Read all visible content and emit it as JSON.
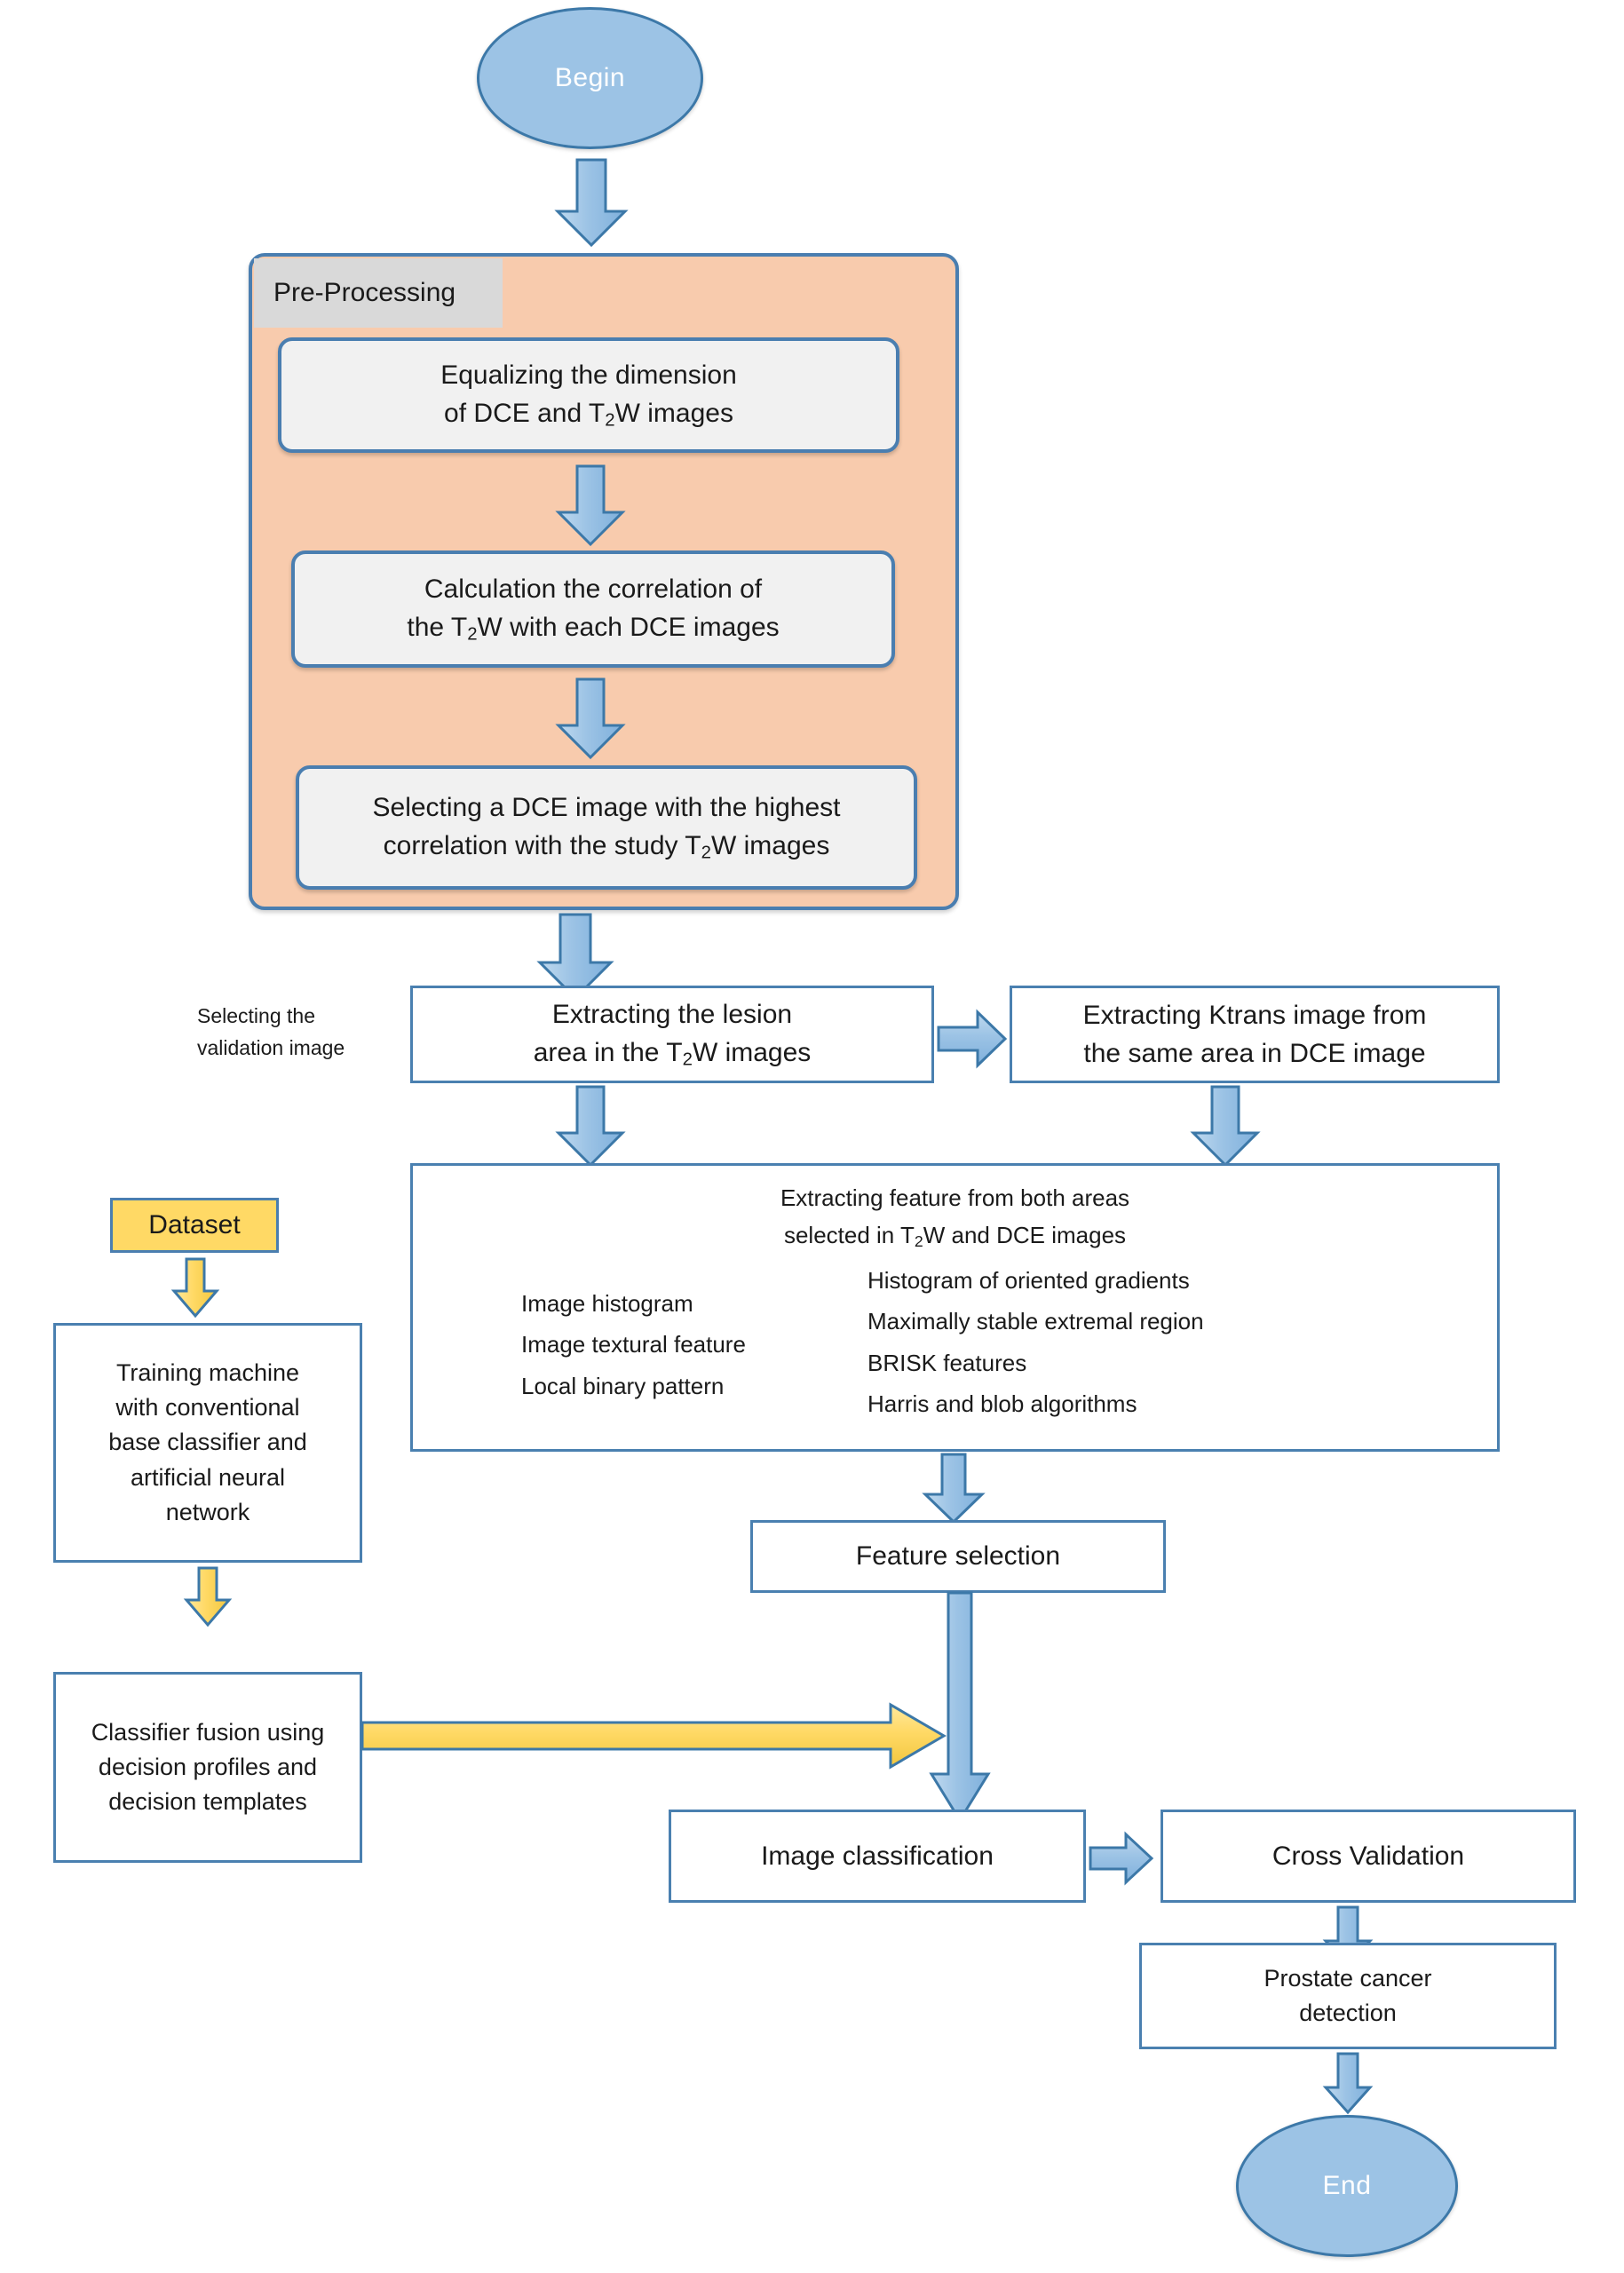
{
  "diagram": {
    "title": "Prostate cancer detection pipeline flowchart",
    "palette": {
      "terminator_fill": "#9CC3E5",
      "terminator_border": "#3C78A8",
      "box_border": "#4A80B0",
      "group_fill": "#F8CBAD",
      "group_title_fill": "#D9D9D9",
      "inner_box_fill": "#F1F1F1",
      "dataset_fill": "#FFD965",
      "blue_arrow_fill": "#9CC3E5",
      "blue_arrow_stroke": "#3C78A8",
      "yellow_arrow_fill": "#FFD965",
      "yellow_arrow_stroke": "#3C78A8",
      "text": "#1a1a1a"
    },
    "nodes": {
      "begin": {
        "label": "Begin",
        "shape": "ellipse"
      },
      "end": {
        "label": "End",
        "shape": "ellipse"
      },
      "preprocessing_group": {
        "label": "Pre-Processing"
      },
      "equalize": {
        "line1": "Equalizing the dimension",
        "line2_a": "of DCE and T",
        "line2_sub": "2",
        "line2_b": "W images"
      },
      "correlation": {
        "line1": "Calculation the correlation of",
        "line2_a": "the T",
        "line2_sub": "2",
        "line2_b": "W with each DCE images"
      },
      "select_dce": {
        "line1": "Selecting a DCE image with the highest",
        "line2_a": "correlation with the study T",
        "line2_sub": "2",
        "line2_b": "W images"
      },
      "validation_caption": {
        "line1": "Selecting the",
        "line2": "validation image"
      },
      "extract_lesion": {
        "line1": "Extracting the lesion",
        "line2_a": "area in the T",
        "line2_sub": "2",
        "line2_b": "W images"
      },
      "extract_ktrans": {
        "line1": "Extracting Ktrans image from",
        "line2": "the same area in DCE image"
      },
      "feature_extraction": {
        "heading_line1": "Extracting feature from both areas",
        "heading_line2_a": "selected in T",
        "heading_line2_sub": "2",
        "heading_line2_b": "W and DCE images",
        "left_column": [
          "Image histogram",
          "Image textural feature",
          "Local binary pattern"
        ],
        "right_column": [
          "Histogram of oriented gradients",
          "Maximally stable extremal region",
          "BRISK features",
          "Harris and blob algorithms"
        ]
      },
      "dataset": {
        "label": "Dataset"
      },
      "training": {
        "line1": "Training machine",
        "line2": "with conventional",
        "line3": "base classifier and",
        "line4": "artificial neural",
        "line5": "network"
      },
      "classifier_fusion": {
        "line1": "Classifier fusion using",
        "line2": "decision profiles and",
        "line3": "decision templates"
      },
      "feature_selection": {
        "label": "Feature selection"
      },
      "image_classification": {
        "label": "Image classification"
      },
      "cross_validation": {
        "label": "Cross Validation"
      },
      "prostate_detection": {
        "line1": "Prostate cancer",
        "line2": "detection"
      }
    },
    "edges": [
      {
        "name": "begin-to-preprocessing",
        "direction": "down",
        "color": "blue"
      },
      {
        "name": "equalize-to-correlation",
        "direction": "down",
        "color": "blue"
      },
      {
        "name": "correlation-to-select-dce",
        "direction": "down",
        "color": "blue"
      },
      {
        "name": "preprocessing-to-extract-lesion",
        "direction": "down",
        "color": "blue"
      },
      {
        "name": "extract-lesion-to-extract-ktrans",
        "direction": "right",
        "color": "blue"
      },
      {
        "name": "extract-lesion-to-features",
        "direction": "down",
        "color": "blue"
      },
      {
        "name": "extract-ktrans-to-features",
        "direction": "down",
        "color": "blue"
      },
      {
        "name": "features-to-feature-selection",
        "direction": "down",
        "color": "blue"
      },
      {
        "name": "feature-selection-to-image-classification",
        "direction": "down",
        "color": "blue"
      },
      {
        "name": "dataset-to-training",
        "direction": "down",
        "color": "yellow"
      },
      {
        "name": "training-to-classifier-fusion",
        "direction": "down",
        "color": "yellow"
      },
      {
        "name": "classifier-fusion-to-pipeline",
        "direction": "right",
        "color": "yellow"
      },
      {
        "name": "image-classification-to-cross-validation",
        "direction": "right",
        "color": "blue"
      },
      {
        "name": "cross-validation-to-prostate-detection",
        "direction": "down",
        "color": "blue"
      },
      {
        "name": "prostate-detection-to-end",
        "direction": "down",
        "color": "blue"
      }
    ]
  }
}
